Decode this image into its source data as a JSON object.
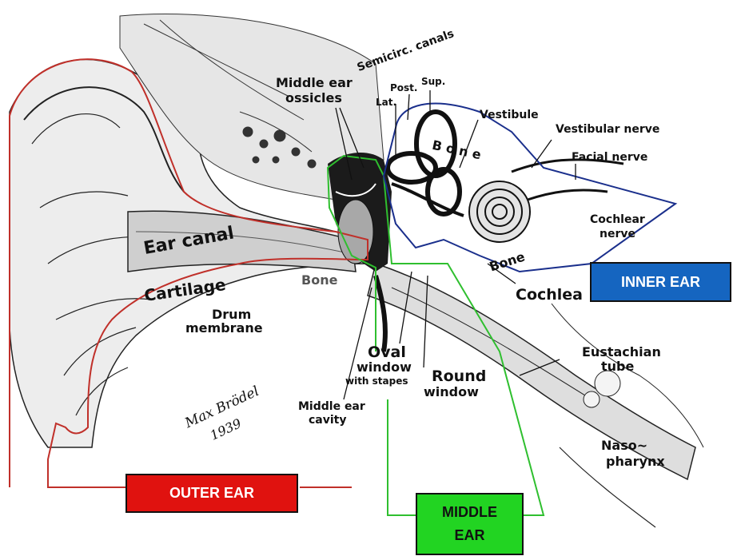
{
  "colors": {
    "outer": "#c0302a",
    "middle": "#2fbf2f",
    "inner": "#1a2f8c",
    "outer_box": "#e0120f",
    "middle_box": "#22d422",
    "inner_box": "#1565c0"
  },
  "regions": {
    "outer_ear": "OUTER EAR",
    "middle_ear_line1": "MIDDLE",
    "middle_ear_line2": "EAR",
    "inner_ear": "INNER EAR"
  },
  "labels": {
    "middle_ear_ossicles_1": "Middle ear",
    "middle_ear_ossicles_2": "ossicles",
    "semicirc_canals": "Semicirc. canals",
    "post": "Post.",
    "sup": "Sup.",
    "lat": "Lat.",
    "vestibule": "Vestibule",
    "vestibular_nerve": "Vestibular nerve",
    "facial_nerve": "Facial nerve",
    "bone_upper": "B o n e",
    "cochlear_nerve_1": "Cochlear",
    "cochlear_nerve_2": "nerve",
    "bone_lower": "Bone",
    "cochlea": "Cochlea",
    "ear_canal": "Ear canal",
    "cartilage": "Cartilage",
    "bone_canal": "Bone",
    "drum_membrane_1": "Drum",
    "drum_membrane_2": "membrane",
    "oval_window_1": "Oval",
    "oval_window_2": "window",
    "oval_window_3": "with stapes",
    "round_window_1": "Round",
    "round_window_2": "window",
    "eustachian_tube_1": "Eustachian",
    "eustachian_tube_2": "tube",
    "middle_ear_cavity_1": "Middle ear",
    "middle_ear_cavity_2": "cavity",
    "nasopharynx_1": "Naso~",
    "nasopharynx_2": "pharynx",
    "signature_1": "Max Brödel",
    "signature_2": "1939"
  }
}
